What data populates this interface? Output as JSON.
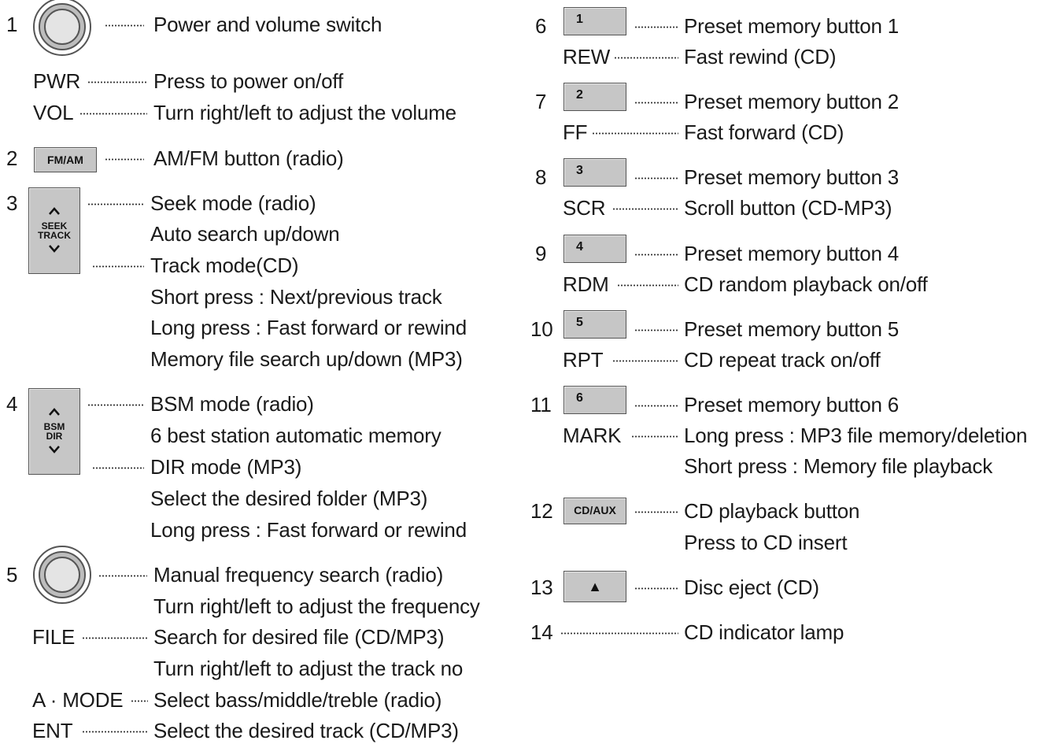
{
  "left": {
    "item1": {
      "num": "1",
      "desc": "Power and volume switch"
    },
    "pwr": {
      "label": "PWR",
      "desc": "Press to power on/off"
    },
    "vol": {
      "label": "VOL",
      "desc": "Turn right/left to adjust the volume"
    },
    "item2": {
      "num": "2",
      "key": "FM/AM",
      "desc": "AM/FM button (radio)"
    },
    "item3": {
      "num": "3",
      "key_top": "SEEK",
      "key_bottom": "TRACK",
      "lines": [
        "Seek mode (radio)",
        "Auto search up/down",
        "Track mode(CD)",
        "Short press : Next/previous track",
        "Long press : Fast forward or rewind",
        "Memory file search up/down (MP3)"
      ]
    },
    "item4": {
      "num": "4",
      "key_top": "BSM",
      "key_bottom": "DIR",
      "lines": [
        "BSM mode (radio)",
        "6 best station automatic memory",
        "DIR mode (MP3)",
        "Select the desired folder (MP3)",
        "Long press : Fast forward or rewind"
      ]
    },
    "item5": {
      "num": "5",
      "lines": [
        "Manual frequency search (radio)",
        "Turn right/left to adjust the frequency"
      ]
    },
    "file": {
      "label": "FILE",
      "lines": [
        "Search for desired file (CD/MP3)",
        "Turn right/left to adjust the track no"
      ]
    },
    "amode": {
      "label": "A · MODE",
      "desc": "Select bass/middle/treble (radio)"
    },
    "ent": {
      "label": "ENT",
      "desc": "Select the desired track (CD/MP3)"
    }
  },
  "right": {
    "item6": {
      "num": "6",
      "key": "1",
      "desc": "Preset memory button 1",
      "sub_label": "REW",
      "sub_desc": "Fast rewind (CD)"
    },
    "item7": {
      "num": "7",
      "key": "2",
      "desc": "Preset memory button 2",
      "sub_label": "FF",
      "sub_desc": "Fast forward (CD)"
    },
    "item8": {
      "num": "8",
      "key": "3",
      "desc": "Preset memory button 3",
      "sub_label": "SCR",
      "sub_desc": "Scroll button (CD-MP3)"
    },
    "item9": {
      "num": "9",
      "key": "4",
      "desc": "Preset memory button 4",
      "sub_label": "RDM",
      "sub_desc": "CD random playback on/off"
    },
    "item10": {
      "num": "10",
      "key": "5",
      "desc": "Preset memory button 5",
      "sub_label": "RPT",
      "sub_desc": "CD repeat track on/off"
    },
    "item11": {
      "num": "11",
      "key": "6",
      "desc": "Preset memory button 6",
      "sub_label": "MARK",
      "sub_desc": "Long press : MP3 file memory/deletion",
      "sub_desc2": "Short press : Memory file playback"
    },
    "item12": {
      "num": "12",
      "key": "CD/AUX",
      "desc": "CD playback button",
      "desc2": "Press to CD insert"
    },
    "item13": {
      "num": "13",
      "key": "▲",
      "desc": "Disc eject (CD)"
    },
    "item14": {
      "num": "14",
      "desc": "CD indicator lamp"
    }
  }
}
